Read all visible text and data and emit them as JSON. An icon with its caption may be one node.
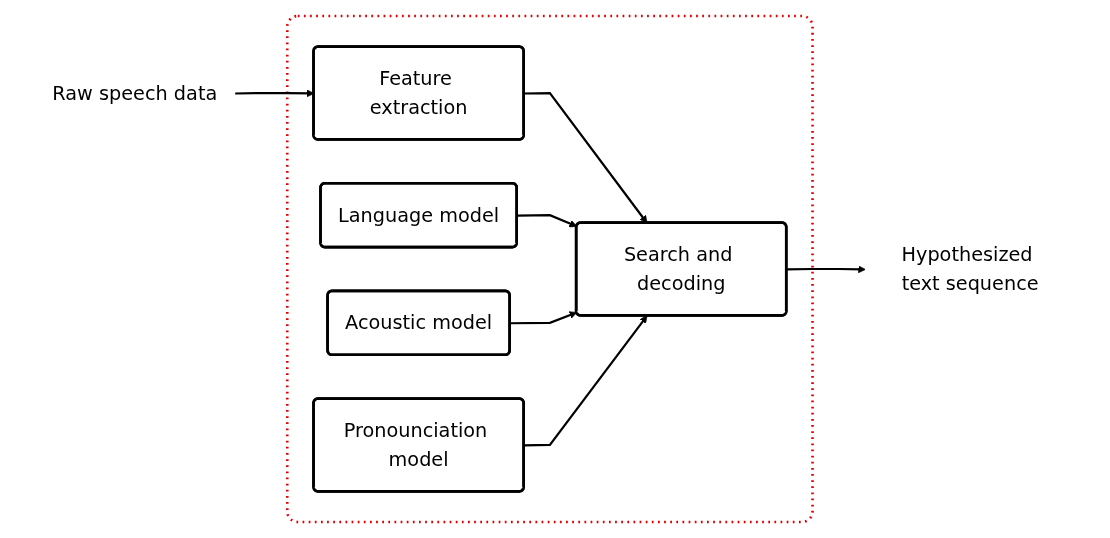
{
  "diagram": {
    "nodes": [
      {
        "text": [],
        "shape": "box"
      },
      {
        "text": [
          "Language model"
        ],
        "in": 0
      },
      {
        "text": [
          "Acoustic model"
        ],
        "in": 0
      },
      {
        "text": [
          "Raw speech data"
        ]
      },
      {
        "text": [
          "Feature extraction"
        ],
        "in": 0
      },
      {
        "text": [
          "Search and decoding"
        ],
        "in": 0
      },
      {
        "text": [
          "Hypothesized text sequence"
        ]
      },
      {
        "text": [
          "Pronounciation model"
        ],
        "in": 0
      }
    ],
    "edges": [
      {
        "from": 3,
        "to": 4,
        "arrow": "to"
      },
      {
        "from": 4,
        "to": 5,
        "arrow": "to"
      },
      {
        "from": 1,
        "to": 5,
        "arrow": "to"
      },
      {
        "from": 2,
        "to": 5,
        "arrow": "to"
      },
      {
        "from": 5,
        "to": 6,
        "arrow": "to"
      },
      {
        "from": 7,
        "to": 5,
        "arrow": "to"
      }
    ]
  }
}
